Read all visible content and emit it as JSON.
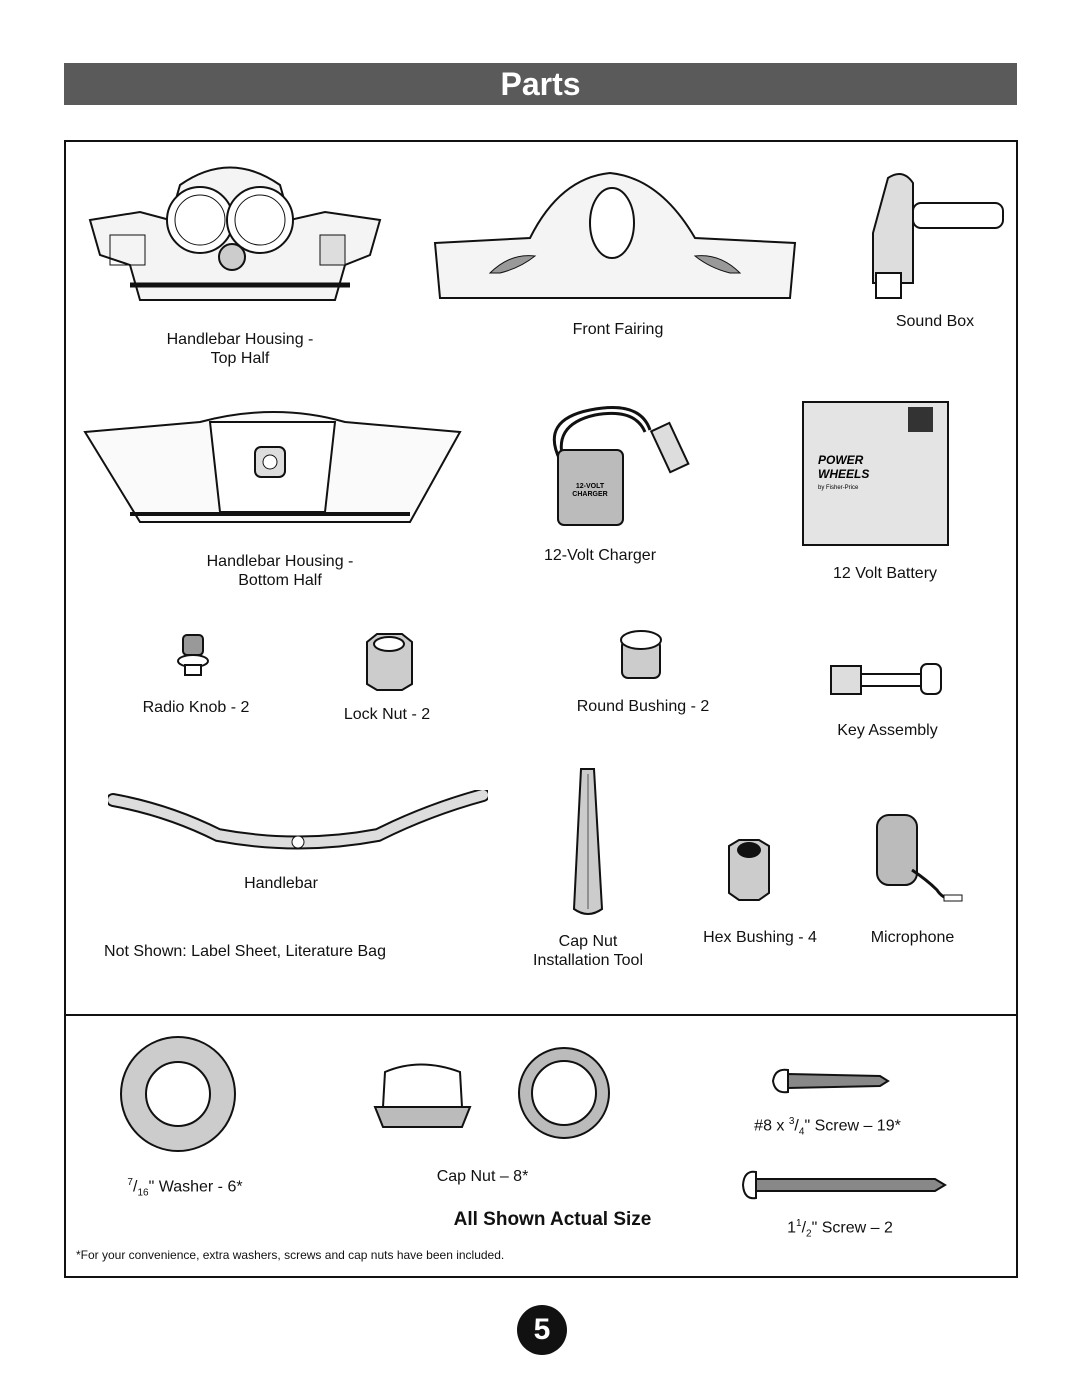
{
  "page": {
    "title": "Parts",
    "page_number": "5"
  },
  "parts": {
    "handlebar_housing_top": [
      "Handlebar Housing -",
      "Top Half"
    ],
    "front_fairing": "Front Fairing",
    "sound_box": "Sound Box",
    "handlebar_housing_bottom": [
      "Handlebar Housing -",
      "Bottom Half"
    ],
    "charger": "12-Volt Charger",
    "charger_marking": [
      "12-VOLT",
      "CHARGER"
    ],
    "battery": "12 Volt Battery",
    "battery_logo": [
      "POWER",
      "WHEELS",
      "by Fisher-Price"
    ],
    "radio_knob": "Radio Knob - 2",
    "lock_nut": "Lock Nut - 2",
    "round_bushing": "Round Bushing - 2",
    "key_assembly": "Key Assembly",
    "handlebar": "Handlebar",
    "not_shown": "Not Shown: Label Sheet, Literature Bag",
    "cap_nut_tool": [
      "Cap Nut",
      "Installation Tool"
    ],
    "hex_bushing": "Hex Bushing - 4",
    "microphone": "Microphone"
  },
  "actual_size": {
    "washer": {
      "frac_num": "7",
      "frac_den": "16",
      "text": "\" Washer - 6*"
    },
    "cap_nut": "Cap Nut – 8*",
    "screw_8": {
      "prefix": "#8 x ",
      "frac_num": "3",
      "frac_den": "4",
      "text": "\" Screw – 19*"
    },
    "screw_15": {
      "prefix": "1",
      "frac_num": "1",
      "frac_den": "2",
      "text": "\" Screw – 2"
    },
    "heading": "All Shown Actual Size",
    "footnote": "*For your convenience, extra washers, screws and cap nuts have been included."
  }
}
